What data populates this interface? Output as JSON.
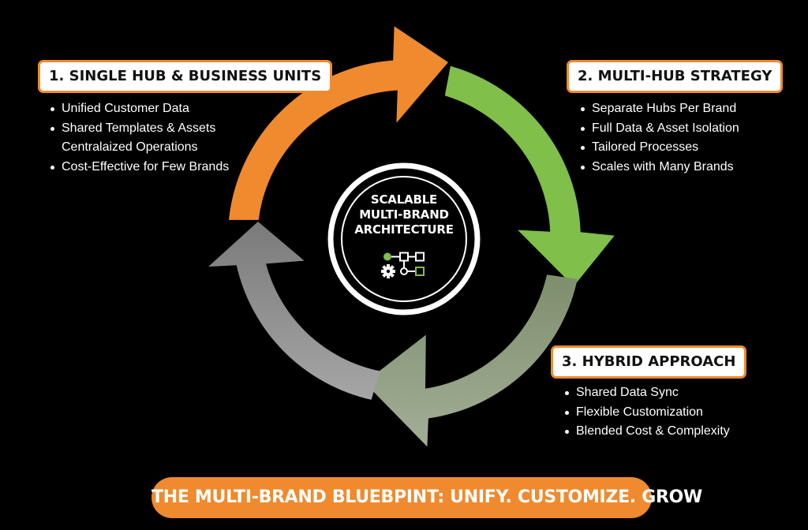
{
  "colors": {
    "orange": "#f08a2e",
    "green": "#7fbf4a",
    "sage": "#8a9a7a",
    "gray": "#8c8c8c",
    "background": "#000000"
  },
  "center": {
    "title_lines": [
      "SCALABLE",
      "MULTI-BRAND",
      "ARCHITECTURE"
    ],
    "icon": "gear-and-flow-nodes-icon"
  },
  "sections": [
    {
      "title": "1. SINGLE HUB & BUSINESS UNITS",
      "items": [
        "Unified Customer Data",
        "Shared Templates & Assets",
        "Centralaized Operations",
        "Cost-Effective for Few Brands"
      ]
    },
    {
      "title": "2. MULTI-HUB STRATEGY",
      "items": [
        "Separate Hubs Per Brand",
        "Full Data & Asset Isolation",
        "Tailored Processes",
        "Scales with Many Brands"
      ]
    },
    {
      "title": "3. HYBRID APPROACH",
      "items": [
        "Shared Data Sync",
        "Flexible Customization",
        "Blended Cost & Complexity"
      ]
    }
  ],
  "banner": {
    "text": "THE MULTI-BRAND BLUEBPINT: UNIFY. CUSTOMIZE. GROW"
  }
}
